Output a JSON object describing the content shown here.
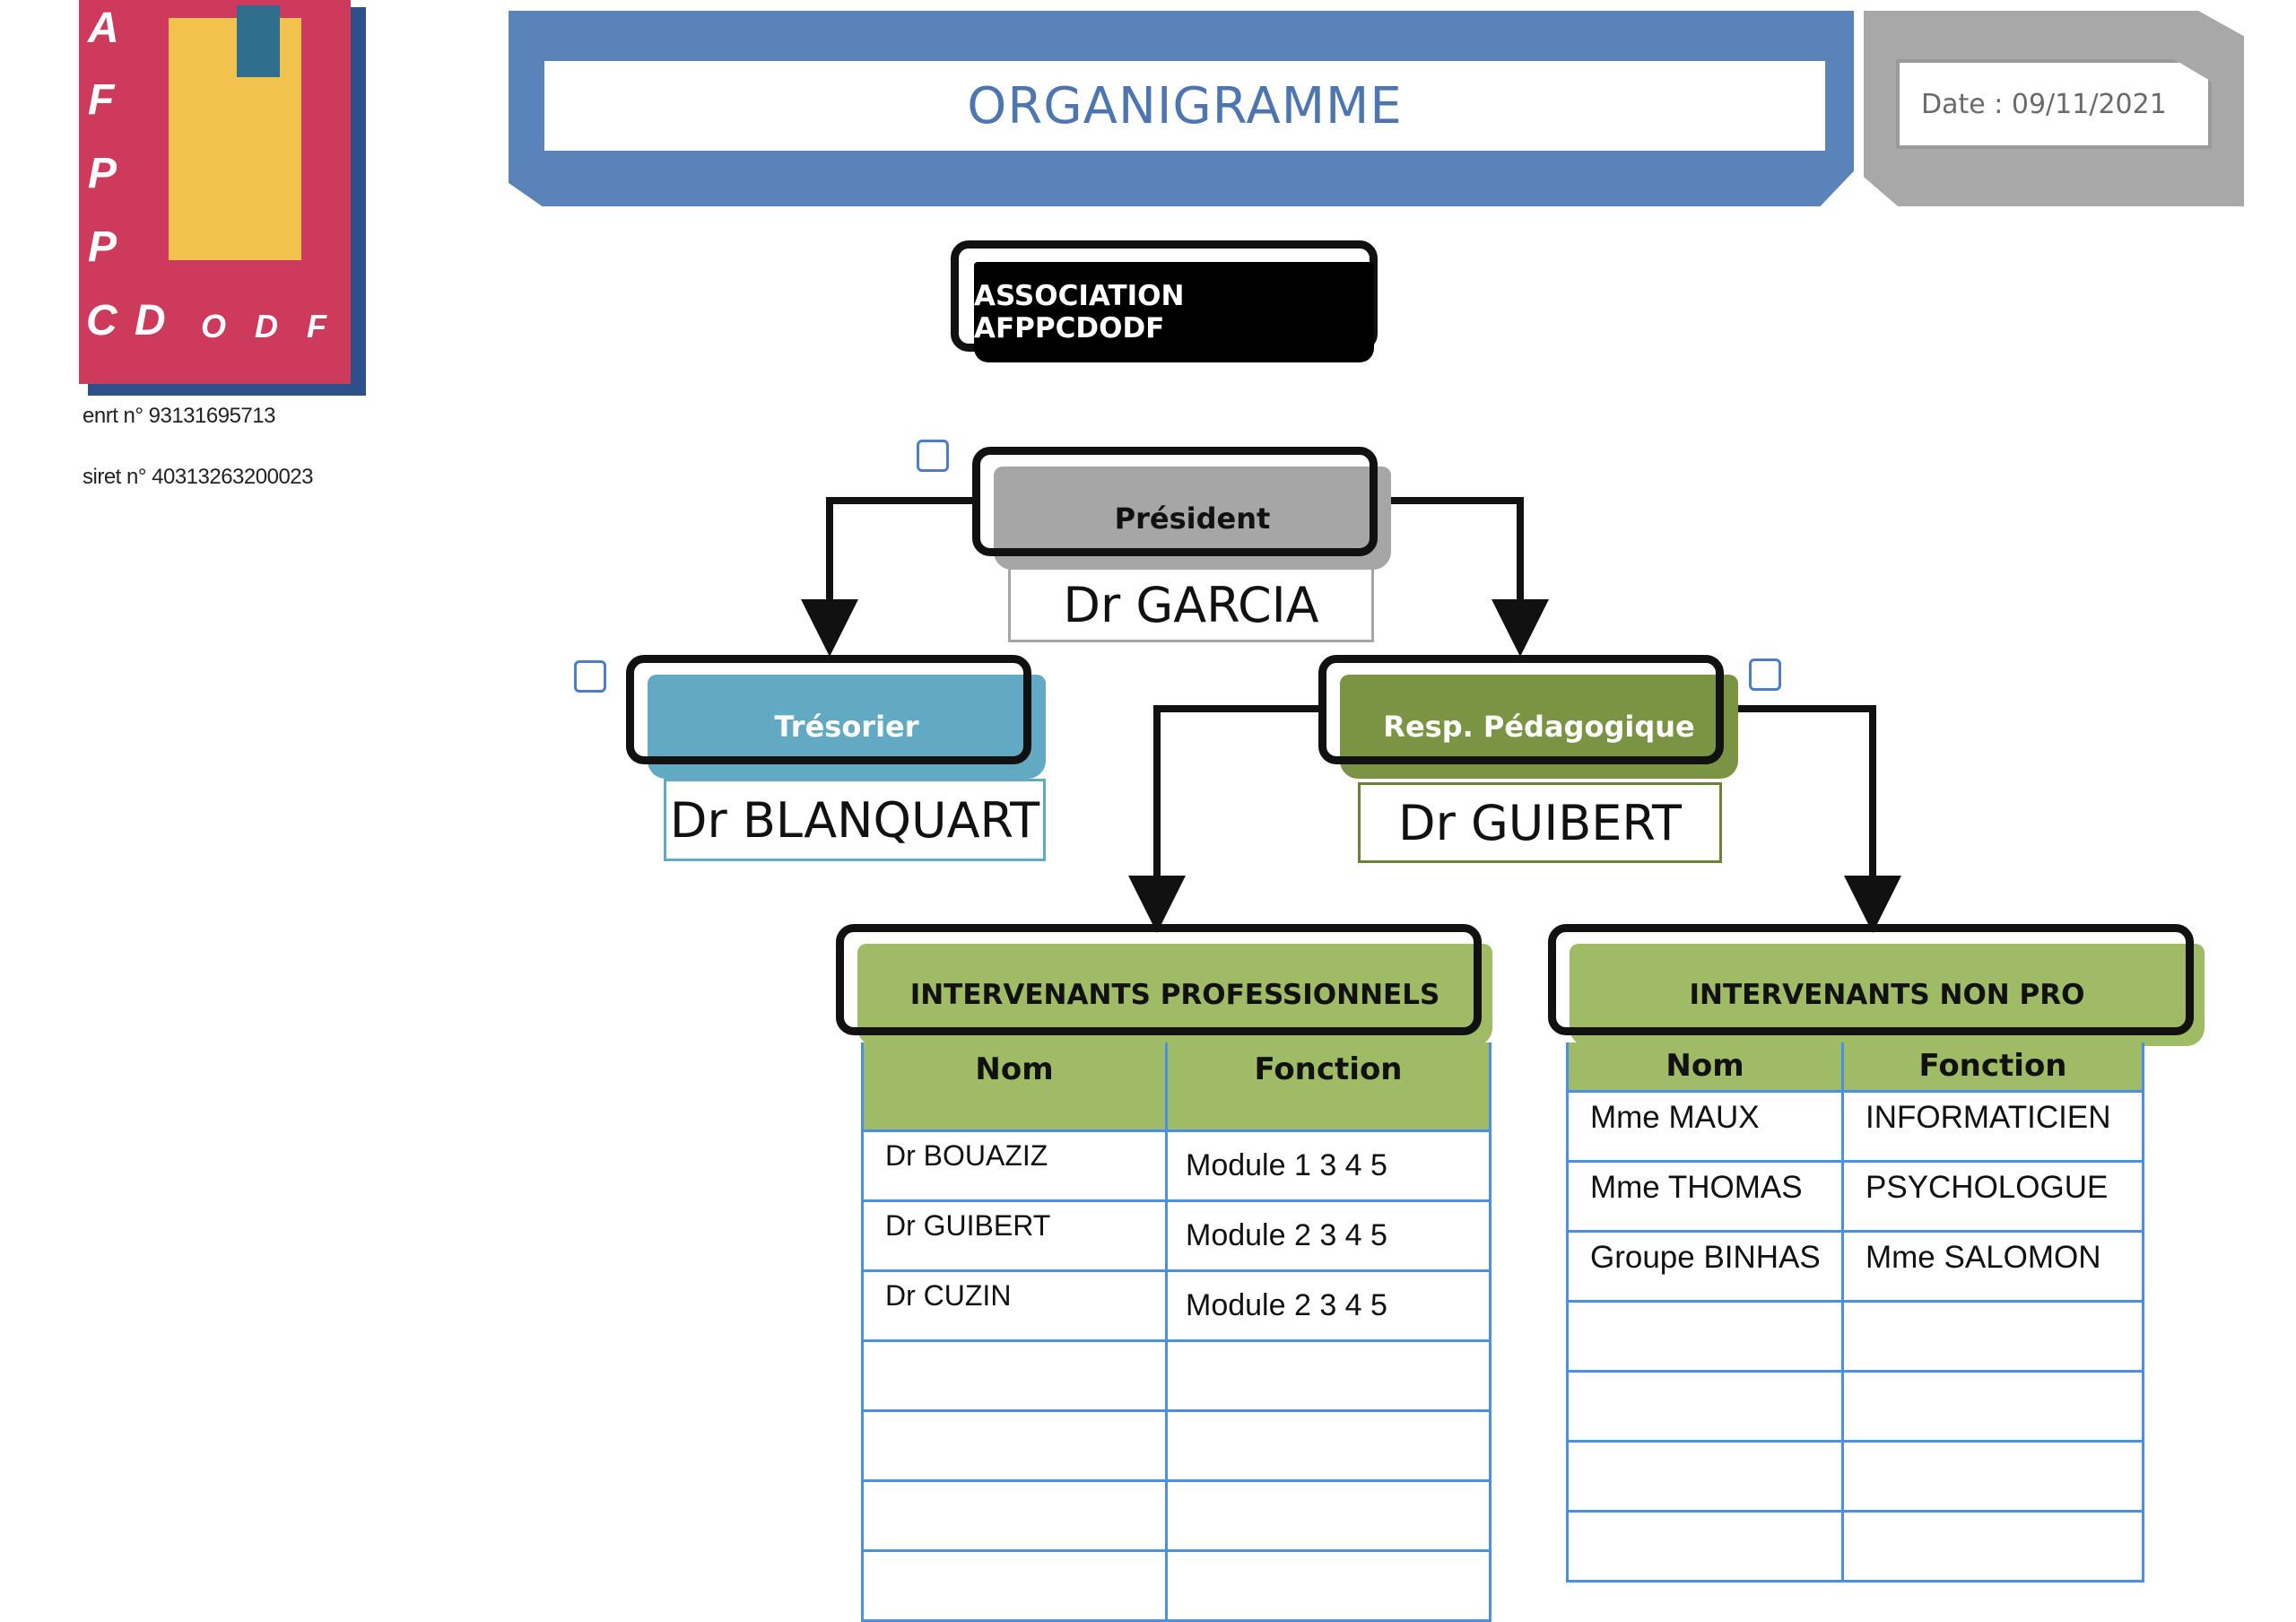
{
  "logo": {
    "letters_col": [
      "A",
      "F",
      "P",
      "P"
    ],
    "letters_row": [
      "C",
      "D",
      "O",
      "D",
      "F"
    ],
    "enrt": "enrt n° 93131695713",
    "siret": "siret n° 40313263200023"
  },
  "header": {
    "title": "ORGANIGRAMME",
    "date": "Date : 09/11/2021"
  },
  "org": {
    "association": "ASSOCIATION AFPPCDODF",
    "president": {
      "role": "Président",
      "name": "Dr GARCIA"
    },
    "tresorier": {
      "role": "Trésorier",
      "name": "Dr BLANQUART"
    },
    "resp": {
      "role": "Resp. Pédagogique",
      "name": "Dr GUIBERT"
    }
  },
  "pro": {
    "title": "INTERVENANTS PROFESSIONNELS",
    "headers": [
      "Nom",
      "Fonction"
    ],
    "rows": [
      [
        "Dr BOUAZIZ",
        "Module 1 3 4 5"
      ],
      [
        "Dr GUIBERT",
        "Module 2 3  4 5"
      ],
      [
        "Dr CUZIN",
        "Module 2 3 4 5"
      ],
      [
        "",
        ""
      ],
      [
        "",
        ""
      ],
      [
        "",
        ""
      ],
      [
        "",
        ""
      ]
    ]
  },
  "nonpro": {
    "title": "INTERVENANTS NON PRO",
    "headers": [
      "Nom",
      "Fonction"
    ],
    "rows": [
      [
        "Mme MAUX",
        "INFORMATICIEN"
      ],
      [
        "Mme THOMAS",
        "PSYCHOLOGUE"
      ],
      [
        "Groupe BINHAS",
        "Mme SALOMON"
      ],
      [
        "",
        ""
      ],
      [
        "",
        ""
      ],
      [
        "",
        ""
      ],
      [
        "",
        ""
      ]
    ]
  },
  "colors": {
    "header_blue": "#5a83ba",
    "president_gray": "#a6a6a6",
    "tresorier_blue": "#62a9c4",
    "resp_green": "#7b9444",
    "intervenants_green": "#9fbb65",
    "table_border": "#4a90e2"
  }
}
